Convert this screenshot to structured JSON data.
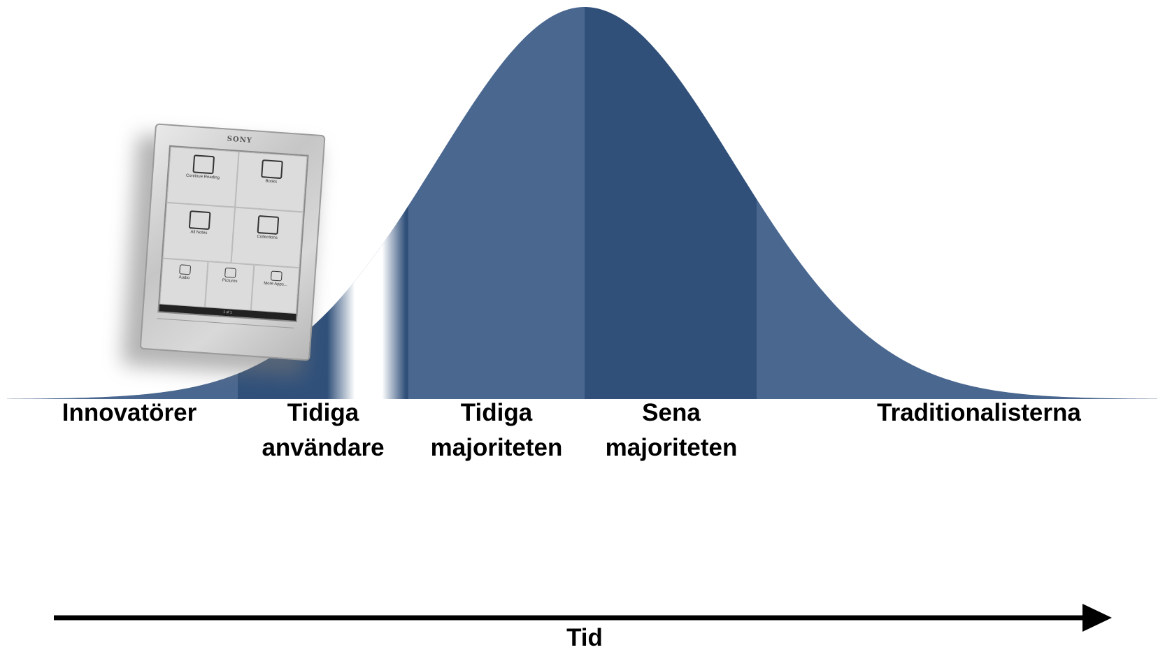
{
  "colors": {
    "light_blue": "#4a6790",
    "dark_blue": "#30507a",
    "arrow": "#000000",
    "text": "#000000"
  },
  "segments": [
    {
      "id": "innovators",
      "lines": [
        "Innovatörer"
      ],
      "shade": "light"
    },
    {
      "id": "early-adopters",
      "lines": [
        "Tidiga",
        "användare"
      ],
      "shade": "dark"
    },
    {
      "id": "early-majority",
      "lines": [
        "Tidiga",
        "majoriteten"
      ],
      "shade": "light"
    },
    {
      "id": "late-majority",
      "lines": [
        "Sena",
        "majoriteten"
      ],
      "shade": "dark"
    },
    {
      "id": "laggards",
      "lines": [
        "Traditionalisterna"
      ],
      "shade": "light"
    }
  ],
  "axis": {
    "label": "Tid",
    "direction": "right"
  },
  "device_image": {
    "icon": "ereader-device-photo",
    "brand": "SONY",
    "tiles": [
      "Continue Reading",
      "Books",
      "All Notes",
      "Collections",
      "Audio",
      "Pictures",
      "More Apps..."
    ],
    "pager": "1 of 1"
  }
}
